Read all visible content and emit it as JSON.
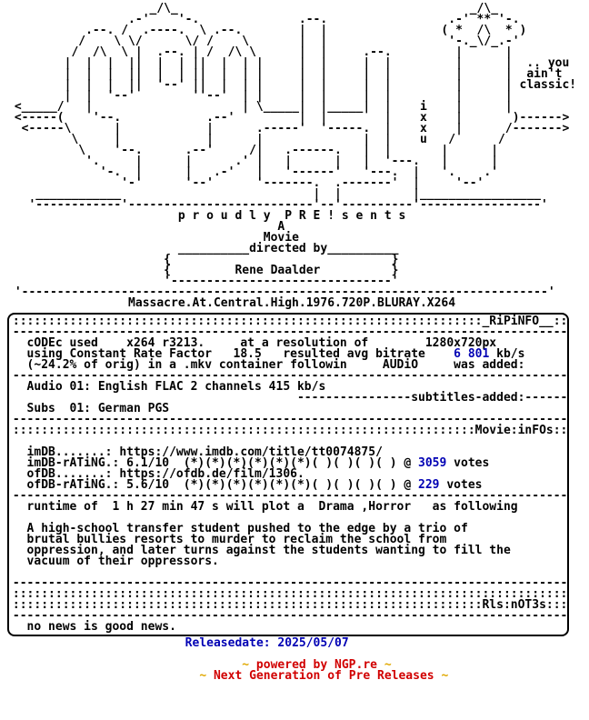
{
  "page": {
    "background": "#ffffff",
    "text_color": "#000000",
    "accent_blue": "#0000b4",
    "accent_red": "#d10000",
    "accent_yellow": "#e0a800"
  },
  "logo": {
    "tagline": ".. you ain't classic!",
    "lines": [
      "                    _/\\_                                         _/\\_",
      "                 .-'    '-.              .--.                 .-' ** '-.",
      "           .--. /  .----.  \\ .--.        |  |                ( *  /\\  * )",
      "          /    \\ \\/      \\/ /    \\       |  |                 '-._\\/_.-'",
      "         /  /\\  \\ |  .--. | /  /\\ \\      |  |     .--.         |      |",
      "        |  |  |  ||  |  | ||  |  | |     |  |     |  |         |      |  .. you",
      "        |  |  |  ||  |  | ||  |  | |     |  |     |  |         |      |  ain't",
      "        |  |  |  ||  '--' ||  |  | |     |  |     |  |         |      | classic!",
      "        |  |  '--'        ''--'  | |     |  |     |  |         |      |",
      " <_____/   |                     | \\_____|  |_____|  |    i    |      |",
      " <-----(    '--.            .--'         |  |        |    x    |       )------>",
      "  <-----\\      |            |      .-----'  '-----.  |    x    |      /------->",
      "         \\     |            |      |              |  |    u   /      /",
      "          \\    '--.      .--'     /|   .------.   |  |       |      |",
      "           '.     |      |      .' |   |      |   |  '---.   |      |",
      "             '-.  |      |   .-'   |   '------'   '---.  |   '.    .'",
      "                '-'      '--'      '-------.  .-------'  |     '--'",
      "    ____________                           |  |          |_________________",
      "   '------------'--------------------------'--'----------'-----------------'"
    ]
  },
  "presents": {
    "proudly_text": "p r o u d l y  P R E ! s e n t s",
    "a_movie": "A Movie",
    "directed_by": "directed by",
    "director": "Rene Daalder",
    "lines": [
      "                        p r o u d l y  P R E ! s e n t s",
      "                                      A",
      "                                    Movie",
      "                        __________directed by__________",
      "                      {                               }",
      "                      {         Rene Daalder          }",
      "                      '-------------------------------'",
      " '--------------------------------------------------------------------------'"
    ]
  },
  "release": {
    "name": "Massacre.At.Central.High.1976.720P.BLURAY.X264",
    "date_text": "Releasedate: 2025/05/07",
    "date_lines": [
      {
        "segments": [
          {
            "t": "                         "
          },
          {
            "t": "Releasedate: 2025/05/07",
            "c": "blue",
            "name": "release-date-text"
          }
        ]
      }
    ]
  },
  "ripinfo": {
    "section_labels": [
      "_RiPiNFO__",
      "subtitles-added:",
      "Movie:inFOs:",
      "Rls:nOT3s",
      "Releasedate"
    ],
    "codec": "x264 r3213.",
    "resolution": "1280x720px",
    "crf": "18.5",
    "bitrate": "6 801 kb/s",
    "audio": "Audio 01: English FLAC 2 channels 415 kb/s",
    "subs": "Subs  01: German PGS",
    "imdb_url": "https://www.imdb.com/title/tt0074875/",
    "imdb_rating": "6.1/10",
    "imdb_votes": "3059",
    "ofdb_url": "https://ofdb.de/film/1306.",
    "ofdb_rating": "5.6/10",
    "ofdb_votes": "229",
    "runtime": "1 h 27 min 47 s",
    "genres": "Drama ,Horror",
    "news": "no news is good news.",
    "lines": [
      "::::::::::::::::::::::::::::::::::::::::::::::::::::::::::::::::::_RiPiNFO__::",
      "------------------------------------------------------------------------------",
      "  cODEc used    x264 r3213.     at a resolution of        1280x720px",
      {
        "segments": [
          {
            "t": "  using Constant Rate Factor   18.5   resulted avg bitrate    "
          },
          {
            "t": "6 801",
            "c": "blue",
            "name": "bitrate-value"
          },
          {
            "t": " kb/s"
          }
        ]
      },
      "  (~24.2% of orig) in a .mkv container followin     AUDiO     was added:",
      "------------------------------------------------------------------------------",
      "  Audio 01: English FLAC 2 channels 415 kb/s",
      "                                        ----------------subtitles-added:------",
      "  Subs  01: German PGS",
      "------------------------------------------------------------------------------",
      ":::::::::::::::::::::::::::::::::::::::::::::::::::::::::::::::::Movie:inFOs::",
      "",
      {
        "segments": [
          {
            "t": "  imDB.......: "
          },
          {
            "t": "https://www.imdb.com/title/tt0074875/",
            "name": "imdb-url"
          }
        ]
      },
      {
        "segments": [
          {
            "t": "  imDB-rATiNG.: 6.1/10  (*)(*)(*)(*)(*)(*)( )( )( )( ) @ "
          },
          {
            "t": "3059",
            "c": "blue",
            "name": "imdb-votes-count"
          },
          {
            "t": " votes"
          }
        ]
      },
      {
        "segments": [
          {
            "t": "  ofDB.......: "
          },
          {
            "t": "https://ofdb.de/film/1306.",
            "name": "ofdb-url"
          }
        ]
      },
      {
        "segments": [
          {
            "t": "  ofDB-rATiNG.: 5.6/10  (*)(*)(*)(*)(*)(*)( )( )( )( ) @ "
          },
          {
            "t": "229",
            "c": "blue",
            "name": "ofdb-votes-count"
          },
          {
            "t": " votes"
          }
        ]
      },
      "------------------------------------------------------------------------------",
      "  runtime of  1 h 27 min 47 s will plot a  Drama ,Horror   as following",
      "",
      "  A high-school transfer student pushed to the edge by a trio of",
      "  brutal bullies resorts to murder to reclaim the school from",
      "  oppression, and later turns against the students wanting to fill the",
      "  vacuum of their oppressors.",
      "",
      "------------------------------------------------------------------------------",
      "::::::::::::::::::::::::::::::::::::::::::::::::::::::::::::::::::::::::::::::",
      "::::::::::::::::::::::::::::::::::::::::::::::::::::::::::::::::::Rls:nOT3s:::",
      "------------------------------------------------------------------------------",
      "  no news is good news."
    ]
  },
  "footer": {
    "powered_by": "~ powered by NGP.re ~",
    "tagline": "~ Next Generation of Pre Releases ~",
    "lines": [
      "",
      {
        "segments": [
          {
            "t": "                                 "
          },
          {
            "t": "~",
            "c": "yellow",
            "name": "tilde-left"
          },
          {
            "t": " powered by NGP.re ",
            "c": "red",
            "name": "powered-by-text"
          },
          {
            "t": "~",
            "c": "yellow",
            "name": "tilde-right"
          }
        ]
      },
      {
        "segments": [
          {
            "t": "                           "
          },
          {
            "t": "~",
            "c": "yellow",
            "name": "tilde-left"
          },
          {
            "t": " Next Generation of Pre Releases ",
            "c": "red",
            "name": "group-tagline-text"
          },
          {
            "t": "~",
            "c": "yellow",
            "name": "tilde-right"
          }
        ]
      }
    ]
  }
}
